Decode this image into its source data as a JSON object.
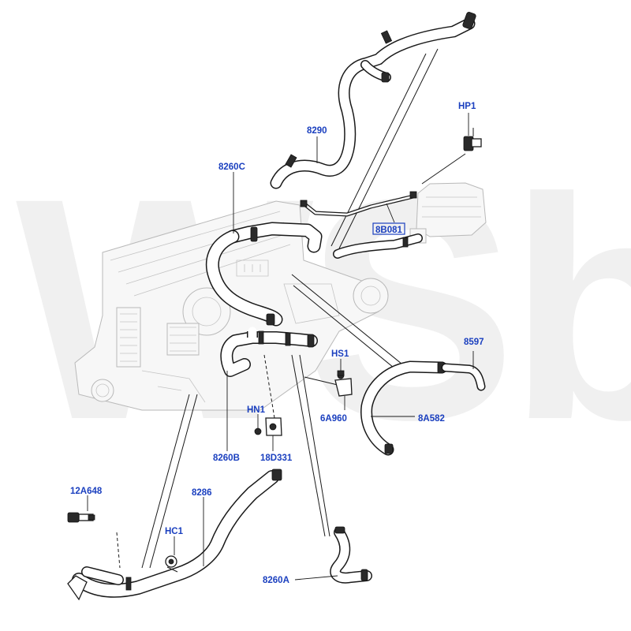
{
  "watermark": "WSba",
  "callouts": [
    {
      "id": "hp1",
      "text": "HP1"
    },
    {
      "id": "8290",
      "text": "8290"
    },
    {
      "id": "8260c",
      "text": "8260C"
    },
    {
      "id": "8b081",
      "text": "8B081"
    },
    {
      "id": "8597",
      "text": "8597"
    },
    {
      "id": "hs1",
      "text": "HS1"
    },
    {
      "id": "6a960",
      "text": "6A960"
    },
    {
      "id": "8a582",
      "text": "8A582"
    },
    {
      "id": "hn1",
      "text": "HN1"
    },
    {
      "id": "8260b",
      "text": "8260B"
    },
    {
      "id": "18d331",
      "text": "18D331"
    },
    {
      "id": "12a648",
      "text": "12A648"
    },
    {
      "id": "8286",
      "text": "8286"
    },
    {
      "id": "hc1",
      "text": "HC1"
    },
    {
      "id": "8260a",
      "text": "8260A"
    }
  ],
  "colors": {
    "label": "#1a3fbf",
    "highlight_box": "#1a3fbf",
    "watermark": "#f0f0f0"
  }
}
